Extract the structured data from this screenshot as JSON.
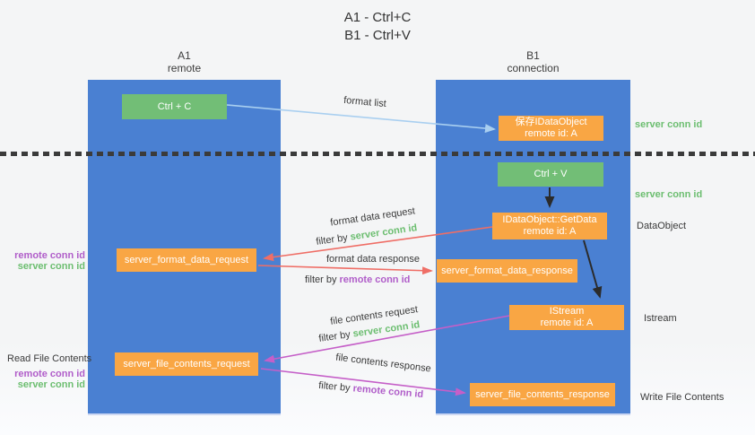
{
  "title": {
    "line1": "A1 - Ctrl+C",
    "line2": "B1 - Ctrl+V"
  },
  "lanes": {
    "left": {
      "name": "A1",
      "role": "remote"
    },
    "right": {
      "name": "B1",
      "role": "connection"
    }
  },
  "nodes": {
    "ctrl_c": "Ctrl + C",
    "ctrl_v": "Ctrl + V",
    "save_obj_l1": "保存IDataObject",
    "save_obj_l2": "remote id: A",
    "getdata_l1": "IDataObject::GetData",
    "getdata_l2": "remote id: A",
    "istream_l1": "IStream",
    "istream_l2": "remote id: A",
    "format_request": "server_format_data_request",
    "format_response": "server_format_data_response",
    "file_request": "server_file_contents_request",
    "file_response": "server_file_contents_response"
  },
  "side_labels": {
    "server_conn_top": "server conn id",
    "server_conn_mid": "server conn id",
    "dataobject": "DataObject",
    "istream": "Istream",
    "write_file": "Write File Contents",
    "read_file": "Read File Contents",
    "ids1_remote": "remote conn id",
    "ids1_server": "server conn id",
    "ids2_remote": "remote conn id",
    "ids2_server": "server conn id"
  },
  "arrow_labels": {
    "format_list": "format list",
    "fmt_req": "format data request",
    "fmt_req_filter": "filter by ",
    "fmt_req_key": "server conn id",
    "fmt_resp": "format data response",
    "fmt_resp_filter": "filter by ",
    "fmt_resp_key": "remote conn id",
    "file_req": "file contents request",
    "file_req_filter": "filter by ",
    "file_req_key": "server conn id",
    "file_resp": "file contents response",
    "file_resp_filter": "filter by ",
    "file_resp_key": "remote conn id"
  },
  "colors": {
    "lane_blue": "#4a80d2",
    "node_orange": "#f9a644",
    "node_green": "#72be76",
    "arrow_red": "#ef6e66",
    "arrow_magenta": "#c55fc8",
    "arrow_light_blue": "#a9cff0",
    "arrow_black": "#2b2b2b",
    "text_green": "#6cbe70",
    "text_purple": "#b05dc9"
  }
}
